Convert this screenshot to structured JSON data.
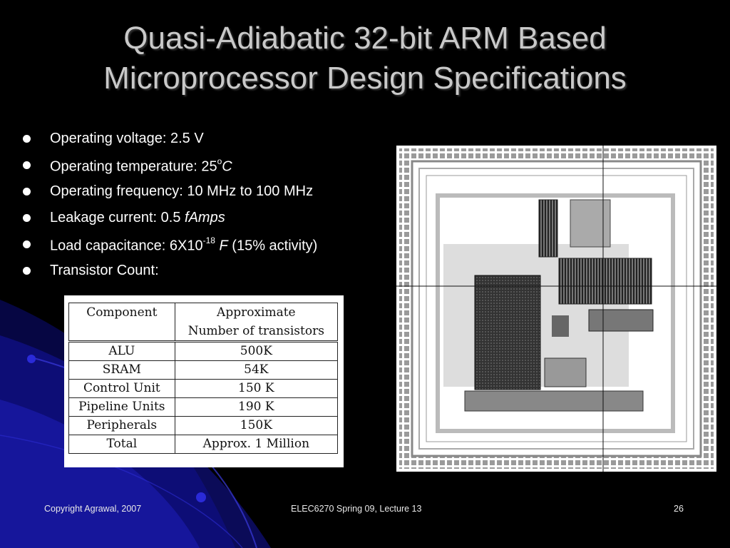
{
  "title": {
    "line1": "Quasi-Adiabatic 32-bit ARM Based",
    "line2": "Microprocessor Design Specifications"
  },
  "bullets": {
    "voltage": "Operating voltage: 2.5 V",
    "temperature_prefix": "Operating temperature: 25",
    "temperature_sup": "o",
    "temperature_unit": "C",
    "frequency": "Operating frequency: 10 MHz to 100 MHz",
    "leakage_prefix": "Leakage current: 0.5 ",
    "leakage_unit": "fAmps",
    "load_prefix": "Load capacitance: 6X10",
    "load_sup": "-18",
    "load_unit": "F",
    "load_suffix": " (15% activity)",
    "transistor": "Transistor Count:"
  },
  "table": {
    "header_component": "Component",
    "header_approx_line1": "Approximate",
    "header_approx_line2": "Number of transistors",
    "rows": [
      {
        "component": "ALU",
        "count": "500K"
      },
      {
        "component": "SRAM",
        "count": "54K"
      },
      {
        "component": "Control Unit",
        "count": "150 K"
      },
      {
        "component": "Pipeline Units",
        "count": "190 K"
      },
      {
        "component": "Peripherals",
        "count": "150K"
      },
      {
        "component": "Total",
        "count": "Approx. 1 Million"
      }
    ]
  },
  "footer": {
    "copyright": "Copyright Agrawal, 2007",
    "course": "ELEC6270 Spring 09, Lecture 13",
    "page": "26"
  },
  "colors": {
    "background": "#000000",
    "title": "#c9c9c9",
    "accent_blue": "#1a1aa8"
  }
}
